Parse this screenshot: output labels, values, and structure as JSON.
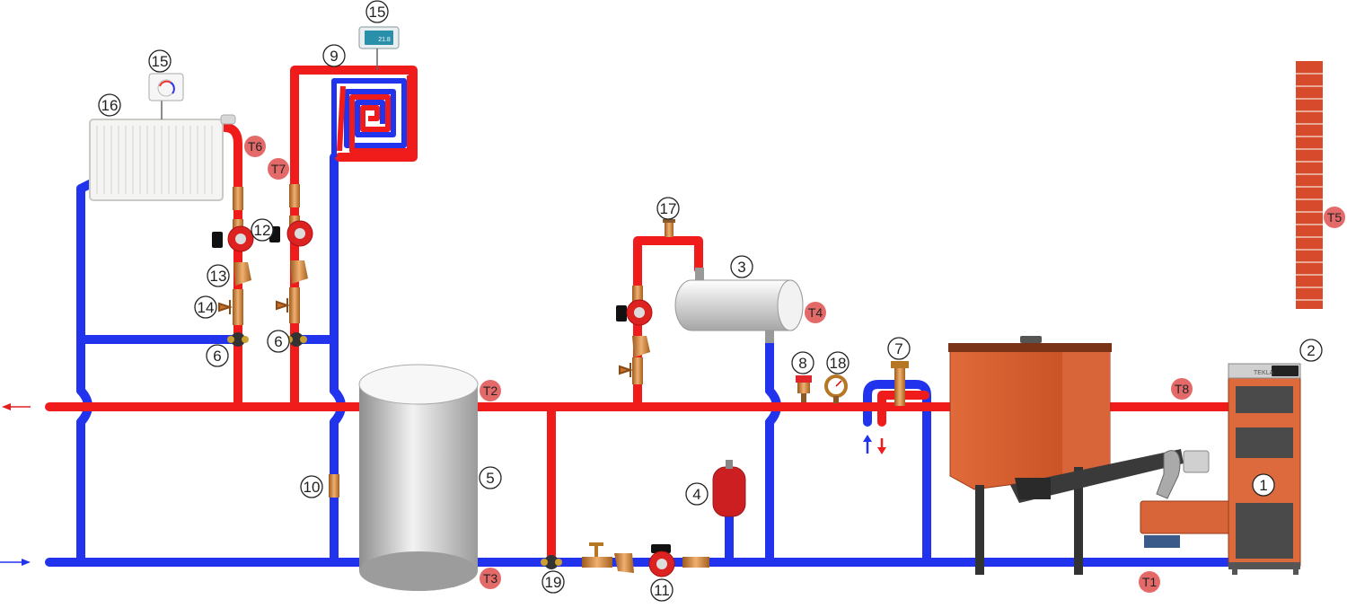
{
  "colors": {
    "supply": "#f01c1c",
    "return": "#2233ee",
    "boiler": "#e0582c",
    "sensor_badge": "#e46a6a",
    "brick": "#d84a2c"
  },
  "sensors": {
    "t1": "T1",
    "t2": "T2",
    "t3": "T3",
    "t4": "T4",
    "t5": "T5",
    "t6": "T6",
    "t7": "T7",
    "t8": "T8"
  },
  "callouts": {
    "n1": "1",
    "n2": "2",
    "n3": "3",
    "n4": "4",
    "n5": "5",
    "n6a": "6",
    "n6b": "6",
    "n7": "7",
    "n8": "8",
    "n9": "9",
    "n10": "10",
    "n11": "11",
    "n12": "12",
    "n13": "13",
    "n14": "14",
    "n15a": "15",
    "n15b": "15",
    "n16": "16",
    "n17": "17",
    "n18": "18",
    "n19": "19"
  },
  "devices": {
    "room_panel_reading": "21.8",
    "boiler_brand": "TEKLA"
  },
  "icons": {
    "flow_out": "arrow-left-icon",
    "flow_in": "arrow-right-icon",
    "flow_up": "arrow-up-icon",
    "flow_down": "arrow-down-icon"
  }
}
